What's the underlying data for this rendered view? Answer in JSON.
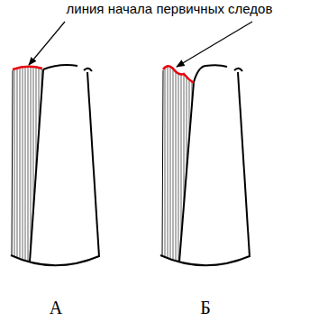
{
  "diagram": {
    "labels": [
      "линия начала первичных следов",
      "А",
      "Б"
    ]
  }
}
